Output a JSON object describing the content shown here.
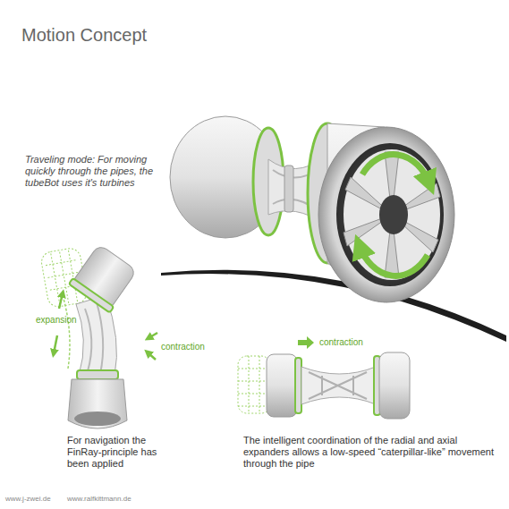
{
  "diagram": {
    "title": "Motion Concept",
    "labels": [
      "Traveling mode: For moving quickly through the pipes, the tubeBot uses it's turbines",
      "expansion",
      "contraction",
      "contraction",
      "For navigation the FinRay-principle has been applied",
      "The intelligent coordination of the radial and axial expanders allows a low-speed “caterpillar-like” movement through the pipe",
      "www.j-zwei.de",
      "www.ralfkittmann.de"
    ]
  }
}
